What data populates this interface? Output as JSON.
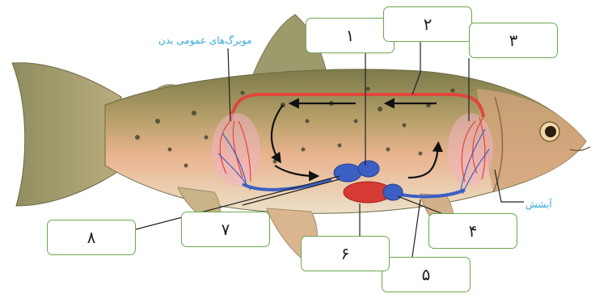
{
  "labels": {
    "n1": "۱",
    "n2": "۲",
    "n3": "۳",
    "n4": "۴",
    "n5": "۵",
    "n6": "۶",
    "n7": "۷",
    "n8": "۸"
  },
  "captions": {
    "body_capillaries": "مویرگ‌های عمومی بدن",
    "gills": "آبشش"
  },
  "colors": {
    "artery": "#e2453c",
    "vein": "#3c5fc4",
    "label_border": "#6aa84f",
    "caption": "#3aa9d6"
  }
}
